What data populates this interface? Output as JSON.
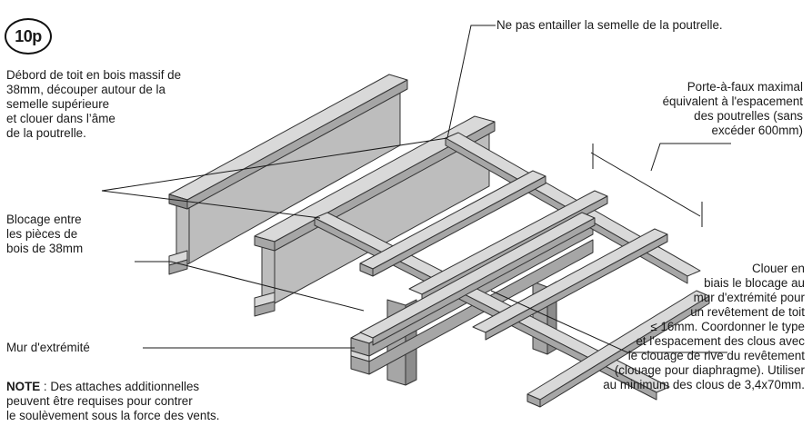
{
  "badge": "10p",
  "labels": {
    "top_note": "Ne pas entailler la semelle de la poutrelle.",
    "overhang_lines": [
      "Débord de toit en bois massif de",
      "38mm, découper autour de la",
      "semelle supérieure",
      "et clouer dans l’âme",
      "de la poutrelle."
    ],
    "cantilever_lines": [
      "Porte-à-faux maximal",
      "équivalent à l'espacement",
      "des poutrelles (sans",
      "excéder 600mm)"
    ],
    "blocking_lines": [
      "Blocage entre",
      "les pièces de",
      "bois de 38mm"
    ],
    "end_wall": "Mur d'extrémité",
    "nail_lines": [
      "Clouer en",
      "biais le blocage au",
      "mur d'extrémité pour",
      "un revêtement de toit",
      "≤ 16mm. Coordonner le type",
      "et l'espacement des clous avec",
      "le clouage de rive du revêtement",
      "(clouage pour diaphragme). Utiliser",
      "au minimum des clous de 3,4x70mm."
    ],
    "note_label": "NOTE",
    "note_lines": [
      " : Des attaches additionnelles",
      "peuvent être requises pour contrer",
      "le soulèvement sous la force des vents."
    ]
  },
  "colors": {
    "ink": "#1a1a1a",
    "wood_top": "#d9d9d9",
    "wood_side": "#a6a6a6",
    "wood_end": "#8c8c8c"
  }
}
